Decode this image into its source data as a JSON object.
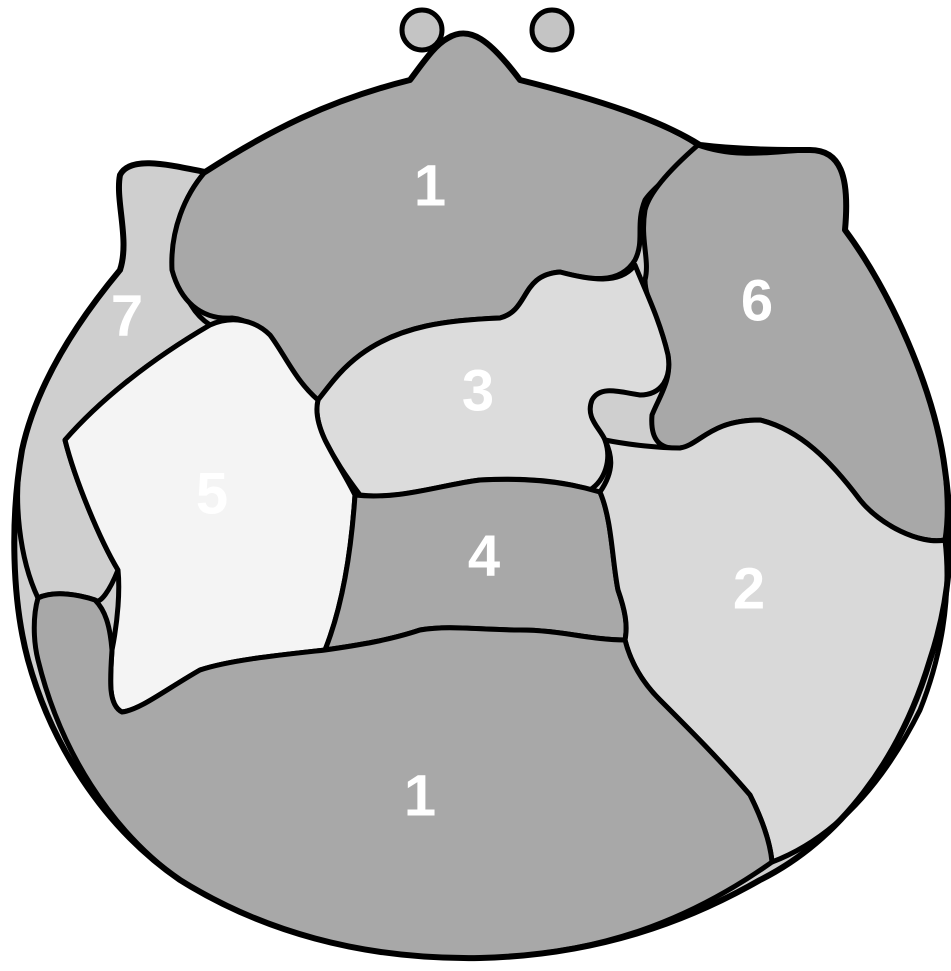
{
  "diagram": {
    "regions": [
      {
        "id": "region-1-top",
        "label": "1",
        "shade": "#a8a8a8"
      },
      {
        "id": "region-6",
        "label": "6",
        "shade": "#a8a8a8"
      },
      {
        "id": "region-7",
        "label": "7",
        "shade": "#cfcfcf"
      },
      {
        "id": "region-3",
        "label": "3",
        "shade": "#dcdcdc"
      },
      {
        "id": "region-5",
        "label": "5",
        "shade": "#f4f4f4"
      },
      {
        "id": "region-4",
        "label": "4",
        "shade": "#a8a8a8"
      },
      {
        "id": "region-2",
        "label": "2",
        "shade": "#d9d9d9"
      },
      {
        "id": "region-1-bottom",
        "label": "1",
        "shade": "#a8a8a8"
      }
    ],
    "markers": [
      {
        "id": "marker-left",
        "shade": "#c4c4c4"
      },
      {
        "id": "marker-right",
        "shade": "#c4c4c4"
      }
    ]
  }
}
